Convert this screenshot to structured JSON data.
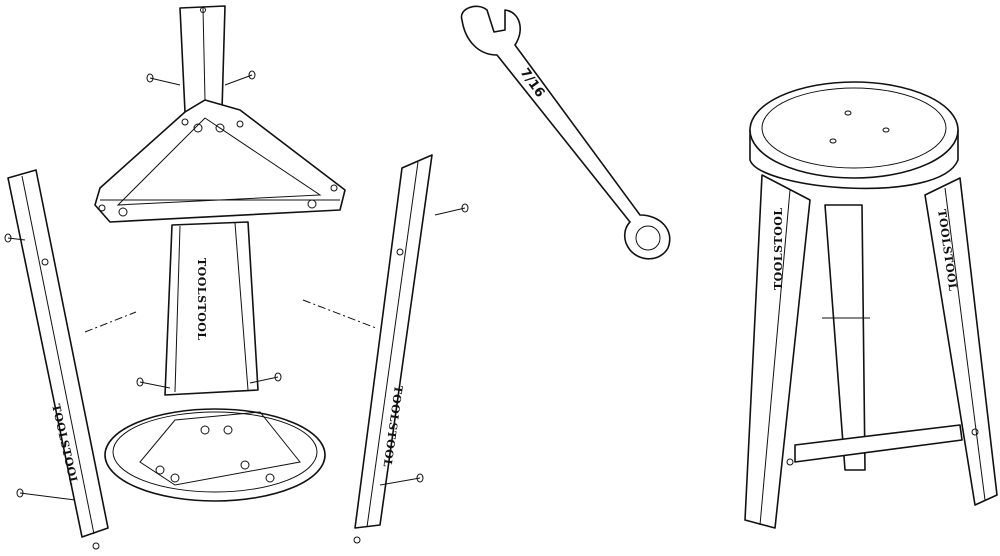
{
  "diagram": {
    "logo_text": "TOOLSTOOL",
    "wrench_size_label": "7/16",
    "parts": [
      "center-leg-with-bracket",
      "left-leg",
      "right-leg",
      "seat",
      "wrench",
      "assembled-stool"
    ]
  }
}
